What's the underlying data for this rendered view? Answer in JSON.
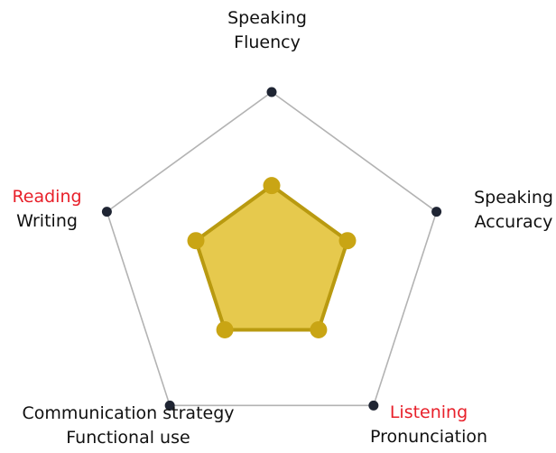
{
  "chart_data": {
    "type": "radar",
    "title": "",
    "scale": {
      "min": 0,
      "max": 5
    },
    "grid": "outer-pentagon-only",
    "axes": [
      {
        "lines": [
          {
            "text": "Speaking",
            "highlight": false
          },
          {
            "text": "Fluency",
            "highlight": false
          }
        ]
      },
      {
        "lines": [
          {
            "text": "Speaking",
            "highlight": false
          },
          {
            "text": "Accuracy",
            "highlight": false
          }
        ]
      },
      {
        "lines": [
          {
            "text": "Listening",
            "highlight": true
          },
          {
            "text": "Pronunciation",
            "highlight": false
          }
        ]
      },
      {
        "lines": [
          {
            "text": "Communication strategy",
            "highlight": false
          },
          {
            "text": "Functional use",
            "highlight": false
          }
        ]
      },
      {
        "lines": [
          {
            "text": "Reading",
            "highlight": true
          },
          {
            "text": "Writing",
            "highlight": false
          }
        ]
      }
    ],
    "series": [
      {
        "values": [
          2.3,
          2.3,
          2.3,
          2.3,
          2.3
        ]
      }
    ]
  },
  "style": {
    "grid_color": "#b3b3b3",
    "vertex_color": "#1f2533",
    "fill_color": "#e6c94d",
    "stroke_color": "#b99a10",
    "marker_color": "#c9a514",
    "highlight_color": "#e8202a"
  }
}
